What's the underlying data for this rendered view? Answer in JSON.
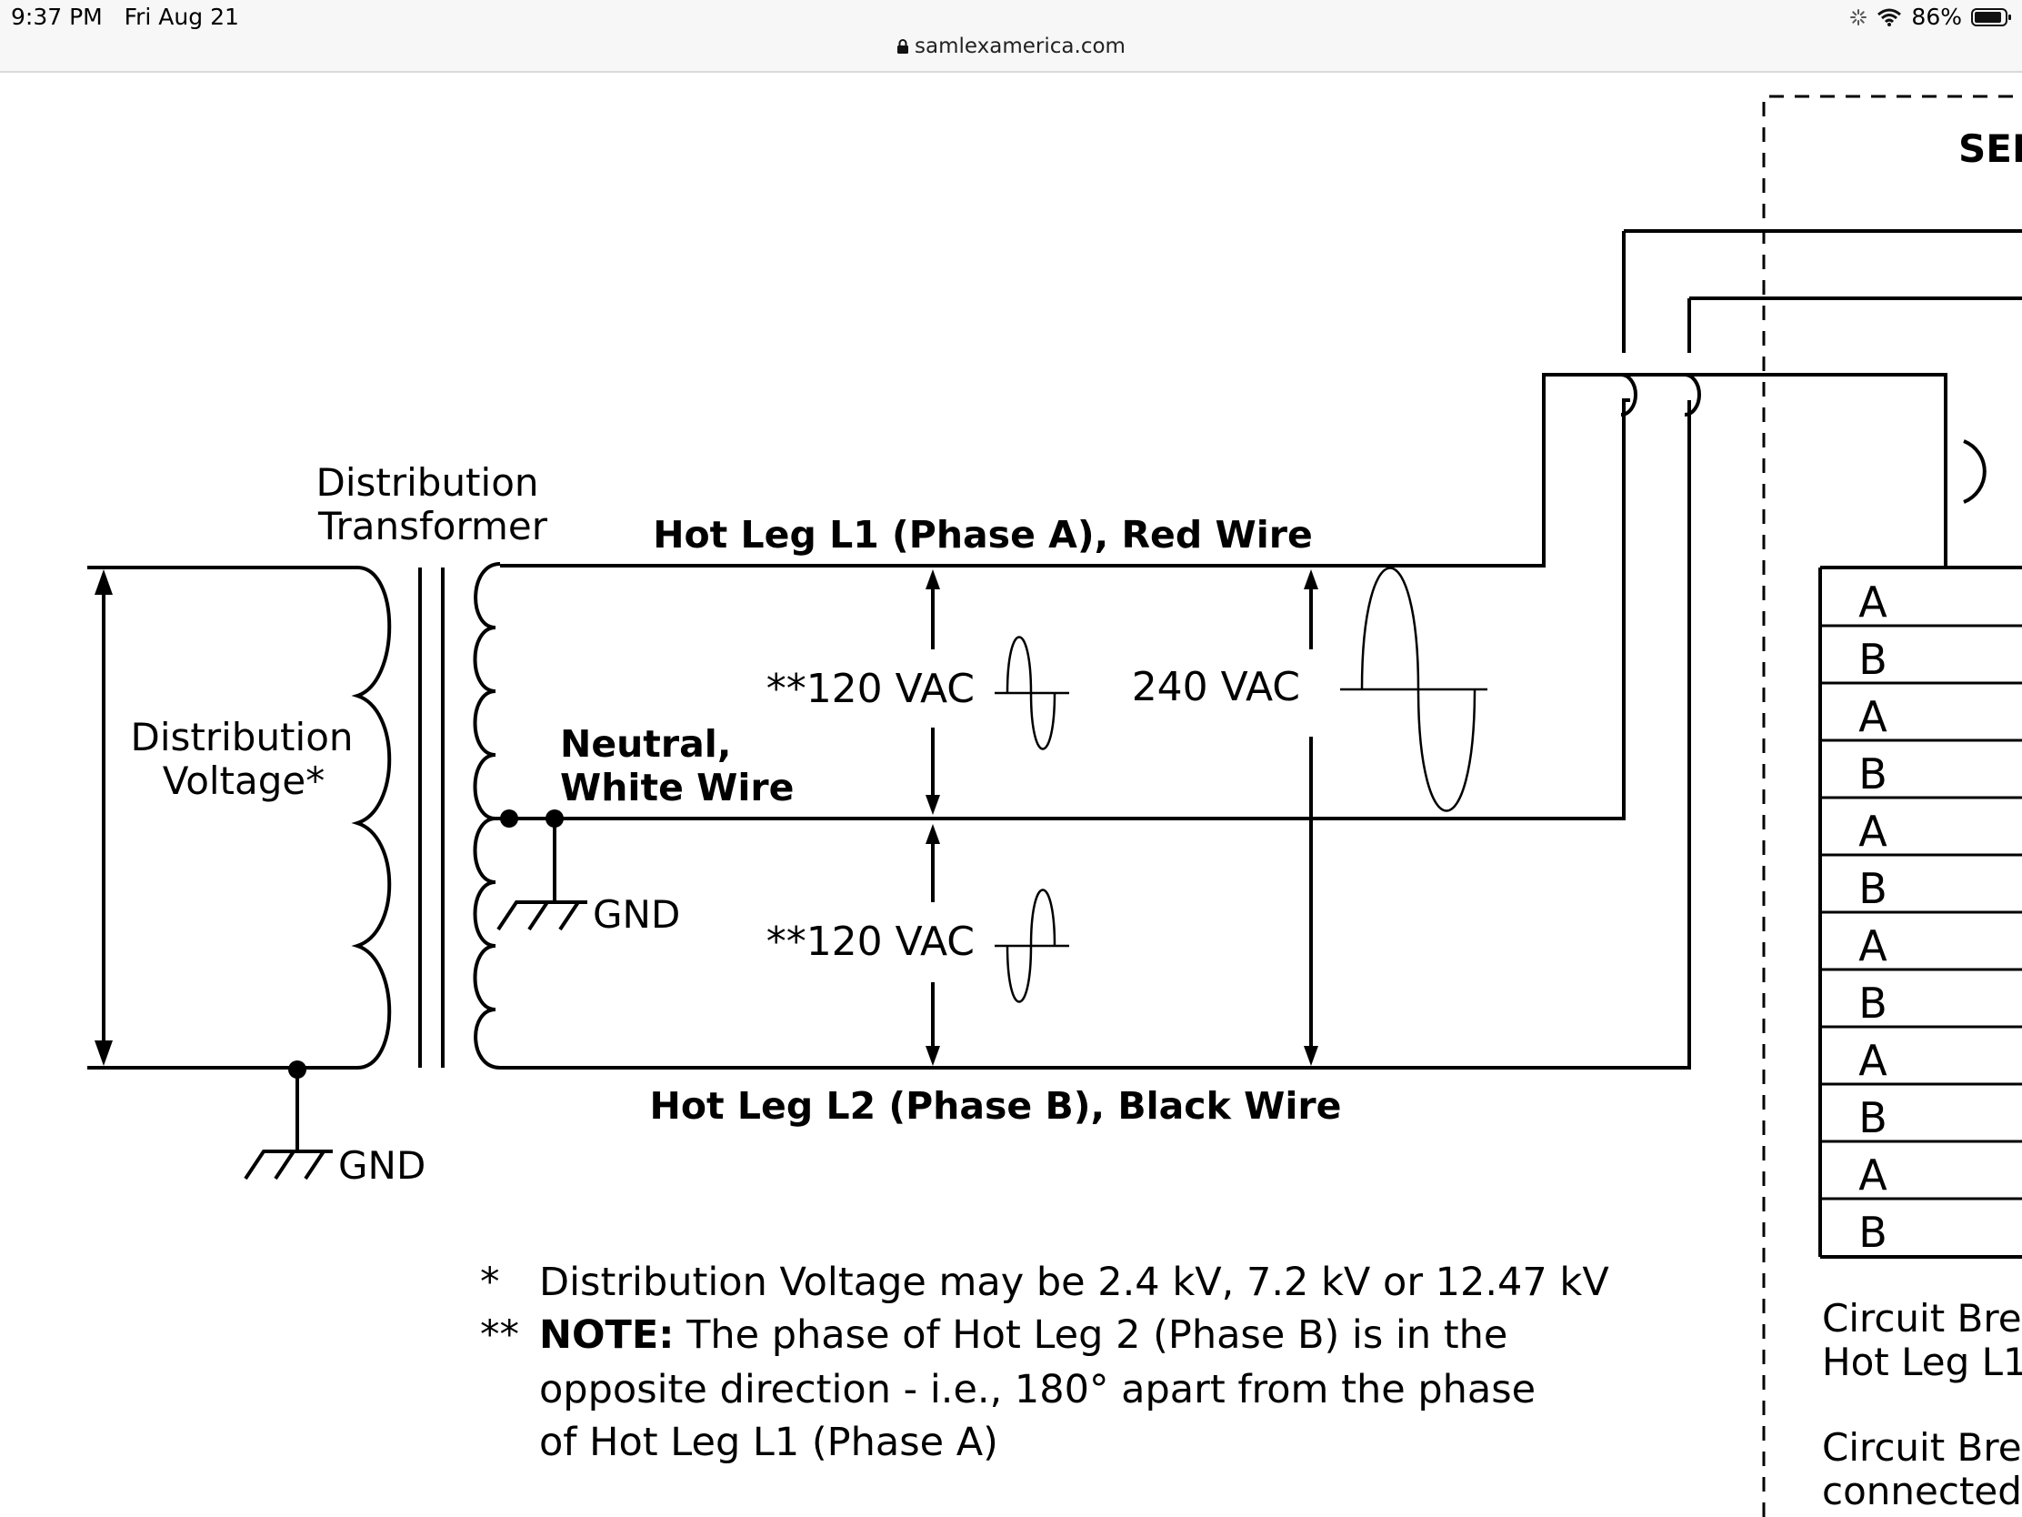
{
  "statusbar": {
    "time": "9:37 PM",
    "date": "Fri Aug 21",
    "url": "samlexamerica.com",
    "battery": "86%"
  },
  "diagram": {
    "transformer_label_1": "Distribution",
    "transformer_label_2": "Transformer",
    "dist_voltage_1": "Distribution",
    "dist_voltage_2": "Voltage*",
    "gnd_primary": "GND",
    "gnd_neutral": "GND",
    "hot_leg_l1": "Hot Leg L1 (Phase A), Red Wire",
    "neutral_1": "Neutral,",
    "neutral_2": "White Wire",
    "hot_leg_l2": "Hot Leg L2 (Phase B), Black Wire",
    "v120_top": "**120 VAC",
    "v120_bottom": "**120 VAC",
    "v240": "240 VAC",
    "panel_title": "SER",
    "phase_rows": [
      "A",
      "B",
      "A",
      "B",
      "A",
      "B",
      "A",
      "B",
      "A",
      "B",
      "A",
      "B"
    ],
    "breaker_1a": "Circuit Bre",
    "breaker_1b": "Hot Leg L1",
    "breaker_2a": "Circuit Bre",
    "breaker_2b": "connected",
    "footnote_star": "*",
    "footnote_1": "Distribution Voltage may be 2.4 kV, 7.2 kV or 12.47 kV",
    "footnote_dstar": "**",
    "note_label": "NOTE:",
    "footnote_2a": " The phase of Hot Leg 2 (Phase B) is in the",
    "footnote_2b": "opposite direction - i.e., 180° apart from the phase",
    "footnote_2c": "of Hot Leg L1 (Phase A)"
  }
}
